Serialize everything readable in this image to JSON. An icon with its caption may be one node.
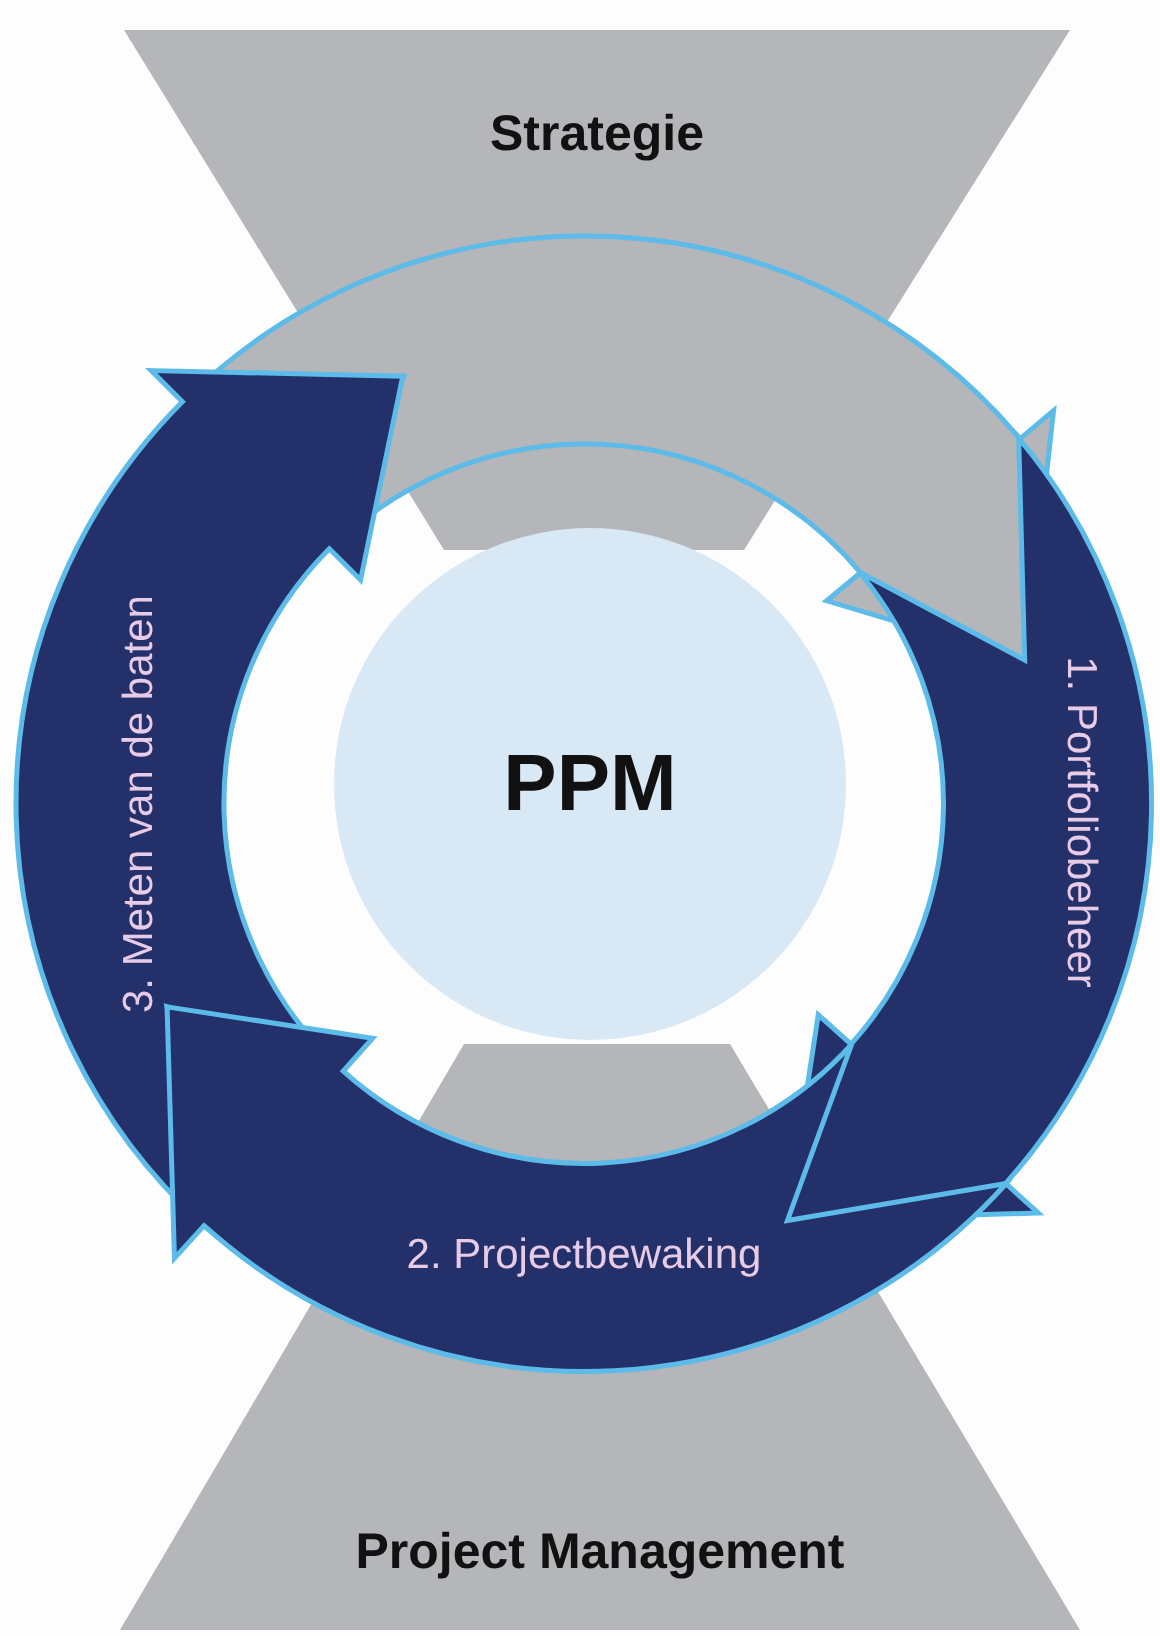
{
  "diagram": {
    "nodes": [
      {
        "text": [
          "Strategie"
        ]
      },
      {
        "text": [],
        "shape": "arrow"
      },
      {
        "text": [
          "3. Meten van de baten"
        ]
      },
      {
        "text": [
          "PPM"
        ]
      },
      {
        "text": [
          "1. Portfoliobeheer"
        ]
      },
      {
        "text": [
          "2. Projectbewaking"
        ]
      },
      {
        "text": [
          "Project Management"
        ]
      }
    ]
  }
}
